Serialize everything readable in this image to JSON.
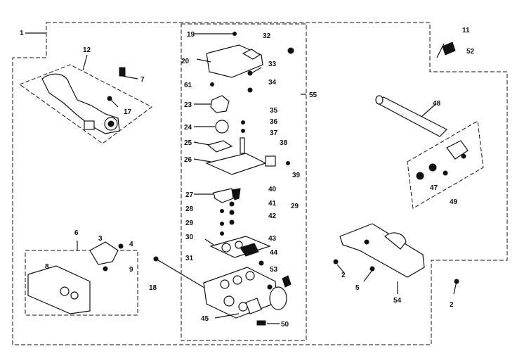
{
  "diagram": {
    "callouts": [
      "1",
      "12",
      "7",
      "17",
      "19",
      "20",
      "32",
      "33",
      "61",
      "34",
      "55",
      "23",
      "35",
      "36",
      "24",
      "37",
      "38",
      "25",
      "26",
      "39",
      "27",
      "40",
      "41",
      "29",
      "28",
      "42",
      "29",
      "30",
      "43",
      "31",
      "44",
      "53",
      "45",
      "50",
      "6",
      "3",
      "4",
      "8",
      "9",
      "18",
      "11",
      "52",
      "48",
      "47",
      "49",
      "2",
      "5",
      "54",
      "2"
    ]
  }
}
